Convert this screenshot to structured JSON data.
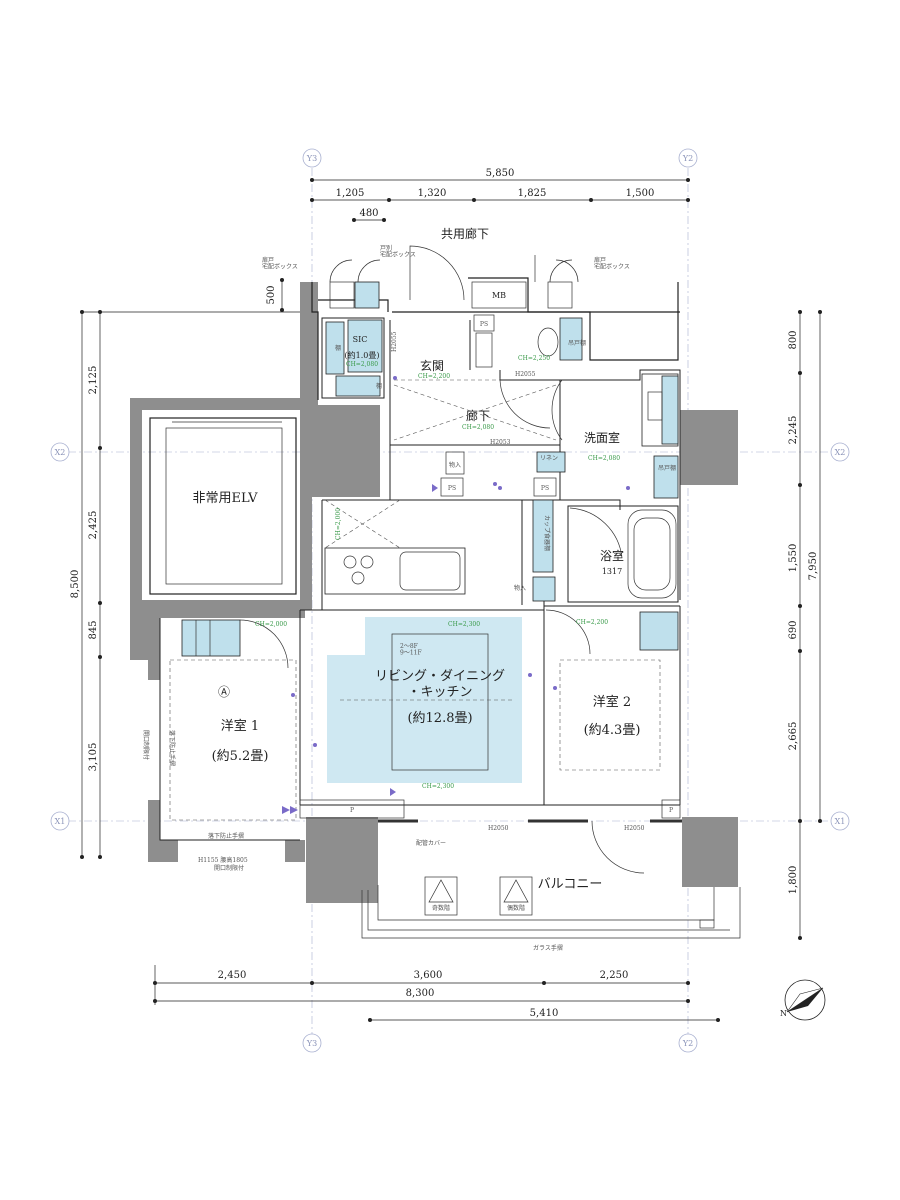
{
  "axes": {
    "y3": "Y3",
    "y2": "Y2",
    "x2": "X2",
    "x1": "X1"
  },
  "dimensions": {
    "top_total": "5,850",
    "top_1": "1,205",
    "top_2": "1,320",
    "top_3": "1,825",
    "top_4": "1,500",
    "top_480": "480",
    "left_500": "500",
    "left_total": "8,500",
    "left_1": "2,125",
    "left_2": "2,425",
    "left_3": "845",
    "left_4": "3,105",
    "right_1": "800",
    "right_2": "2,245",
    "right_3": "1,550",
    "right_4": "690",
    "right_5": "2,665",
    "right_6": "1,800",
    "right_total": "7,950",
    "bottom_1": "2,450",
    "bottom_2": "3,600",
    "bottom_3": "2,250",
    "bottom_total": "8,300",
    "bottom_sub": "5,410"
  },
  "labels": {
    "common_corridor": "共用廊下",
    "mb": "MB",
    "box_left": "扉戸\n宅配ボックス",
    "box_center": "戸別\n宅配ボックス",
    "box_right": "扉戸\n宅配ボックス",
    "ps_1": "PS",
    "ps_2": "PS",
    "ps_3": "PS",
    "p_left": "P",
    "p_right": "P",
    "sic": "SIC",
    "sic_size": "(約1.0畳)",
    "shelf_1": "棚",
    "shelf_2": "棚",
    "genkan": "玄関",
    "rouka": "廊下",
    "senmenshitsu": "洗面室",
    "linen": "リネン",
    "monoire_1": "物入",
    "monoire_2": "物入",
    "yokushitsu": "浴室",
    "yokushitsu_size": "1317",
    "elv": "非常用ELV",
    "ldk_1": "リビング・ダイニング",
    "ldk_2": "・キッチン",
    "ldk_size": "(約12.8畳)",
    "youshitsu1": "洋室 1",
    "youshitsu1_size": "(約5.2畳)",
    "youshitsu2": "洋室 2",
    "youshitsu2_size": "(約4.3畳)",
    "balcony": "バルコニー",
    "pipe_cover": "配管カバー",
    "glass_rail": "ガラス手摺",
    "fall_rail": "落下防止手摺",
    "opening_limit": "開口制限付",
    "opening_limit_side": "開口制限付",
    "hand_rail_side": "落下防止手摺",
    "marker_a": "Ⓐ",
    "floor_range": "2～8F\n9～11F",
    "vent_1": "奇数階",
    "vent_2": "偶数階",
    "hanging_shelf": "吊戸棚",
    "shoe_shelf": "吊戸棚",
    "food_shelf": "カップ食器棚"
  },
  "ceiling_notes": {
    "ch_sic": "CH=2,080",
    "ch_genkan": "CH=2,200",
    "ch_toilet": "CH=2,250",
    "ch_rouka": "CH=2,080",
    "ch_senmen": "CH=2,080",
    "ch_ldk_top": "CH=2,300",
    "ch_ldk_left": "CH=2,000",
    "ch_ldk_bottom": "CH=2,300",
    "ch_room1": "CH=2,000",
    "ch_room2": "CH=2,200",
    "h_genkan": "H2055",
    "h_toilet": "H2055",
    "h_rouka": "H2053",
    "h_ldk": "H2050",
    "h_room2": "H2050",
    "h_bottom": "H1155 腰高1805"
  },
  "compass": {
    "label": "N"
  }
}
